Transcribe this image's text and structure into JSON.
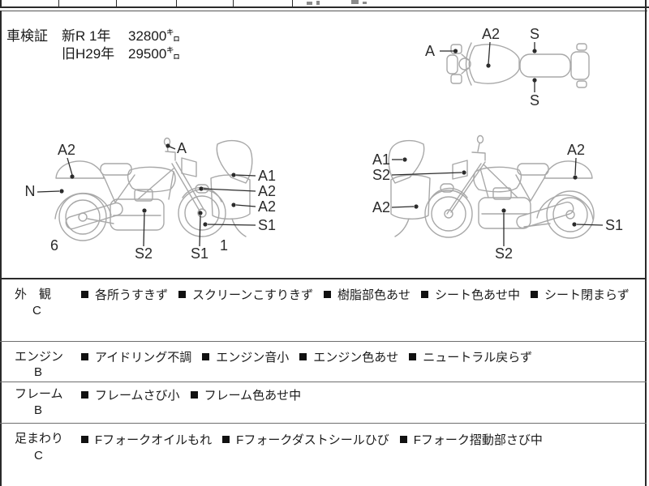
{
  "colors": {
    "outline_gray": "#a8a8a8",
    "label_dark": "#2b2b2b",
    "text": "#1a1a1a",
    "border": "#2a2a2a"
  },
  "header": {
    "title": "車検証",
    "rows": [
      {
        "label": "新R 1年",
        "value": "32800㌔"
      },
      {
        "label": "旧H29年",
        "value": "29500㌔"
      }
    ]
  },
  "diagrams": {
    "top_view": {
      "a": "A",
      "a2": "A2",
      "s_top": "S",
      "s_bottom": "S"
    },
    "left_view": {
      "a2_tail": "A2",
      "n": "N",
      "a_mirror": "A",
      "a1_screen": "A1",
      "a2_winker": "A2",
      "a2_fairing": "A2",
      "s1_wheel": "S1",
      "num_6": "6",
      "s2_engine": "S2",
      "s1_fork": "S1",
      "num_1": "1"
    },
    "right_view": {
      "a1_screen": "A1",
      "s2_front": "S2",
      "a2_fairing": "A2",
      "a2_tail": "A2",
      "s1_wheel": "S1",
      "s2_engine": "S2"
    }
  },
  "condition": {
    "rows": [
      {
        "category": "外　観",
        "grade": "C",
        "items": [
          "各所うすきず",
          "スクリーンこすりきず",
          "樹脂部色あせ",
          "シート色あせ中",
          "シート閉まらず"
        ]
      },
      {
        "category": "エンジン",
        "grade": "B",
        "items": [
          "アイドリング不調",
          "エンジン音小",
          "エンジン色あせ",
          "ニュートラル戻らず"
        ]
      },
      {
        "category": "フレーム",
        "grade": "B",
        "items": [
          "フレームさび小",
          "フレーム色あせ中"
        ]
      },
      {
        "category": "足まわり",
        "grade": "C",
        "items": [
          "Fフォークオイルもれ",
          "Fフォークダストシールひび",
          "Fフォーク摺動部さび中"
        ]
      }
    ]
  }
}
